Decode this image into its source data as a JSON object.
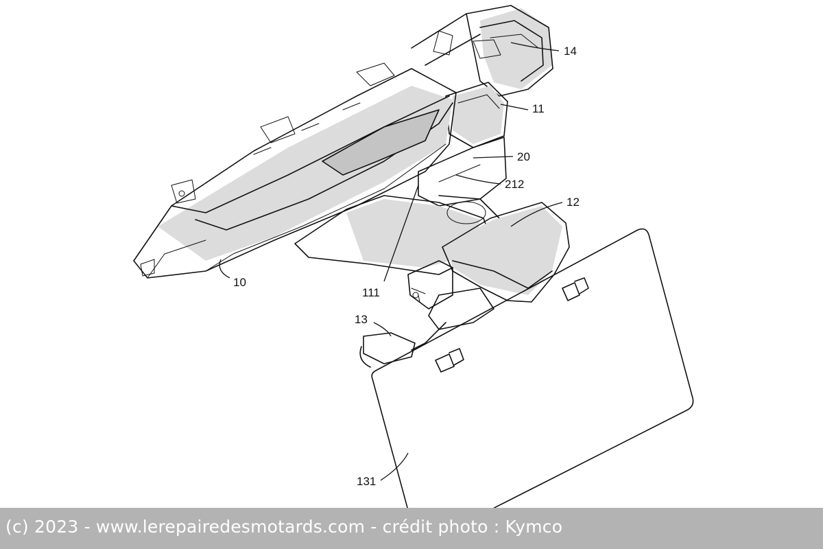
{
  "drawing": {
    "labels": {
      "tail_unit": "10",
      "inner_frame": "11",
      "mount_bracket": "12",
      "plate_holder": "13",
      "rear_light": "14",
      "cover": "20",
      "cover_part": "212",
      "opening": "111",
      "plate": "131"
    }
  },
  "caption": {
    "text": "(c) 2023 - www.lerepairedesmotards.com - crédit photo : Kymco"
  },
  "colors": {
    "caption_background": "#b3b3b3",
    "caption_text": "#ffffff",
    "line": "#111111"
  }
}
